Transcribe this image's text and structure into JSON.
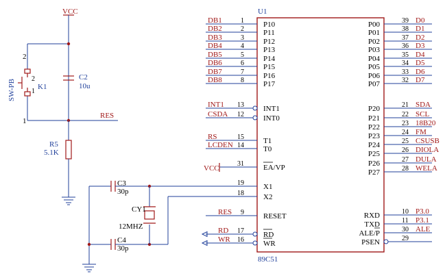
{
  "nets": {
    "vcc_top": "VCC",
    "vcc_ea": "VCC",
    "res": "RES"
  },
  "reset_circuit": {
    "switch_ref": "K1",
    "switch_type": "SW-PB",
    "switch_pin_top": "2",
    "switch_pin_bottom": "1",
    "switch_inner_top": "2",
    "switch_inner_bottom": "1",
    "cap_ref": "C2",
    "cap_value": "10u",
    "res_ref": "R5",
    "res_value": "5.1K"
  },
  "osc_circuit": {
    "c3_ref": "C3",
    "c3_value": "30p",
    "c4_ref": "C4",
    "c4_value": "30p",
    "crystal_ref": "CY1",
    "crystal_value": "12MHZ"
  },
  "chip": {
    "ref": "U1",
    "part": "89C51",
    "left_pins": [
      {
        "net": "DB1",
        "num": "1",
        "name": "P10"
      },
      {
        "net": "DB2",
        "num": "2",
        "name": "P11"
      },
      {
        "net": "DB3",
        "num": "3",
        "name": "P12"
      },
      {
        "net": "DB4",
        "num": "4",
        "name": "P13"
      },
      {
        "net": "DB5",
        "num": "5",
        "name": "P14"
      },
      {
        "net": "DB6",
        "num": "6",
        "name": "P15"
      },
      {
        "net": "DB7",
        "num": "7",
        "name": "P16"
      },
      {
        "net": "DB8",
        "num": "8",
        "name": "P17"
      },
      {
        "net": "INT1",
        "num": "13",
        "name": "INT1"
      },
      {
        "net": "CSDA",
        "num": "12",
        "name": "INT0"
      },
      {
        "net": "RS",
        "num": "15",
        "name": "T1"
      },
      {
        "net": "LCDEN",
        "num": "14",
        "name": "T0"
      },
      {
        "net": "",
        "num": "31",
        "name": "EA/VP"
      },
      {
        "net": "",
        "num": "19",
        "name": "X1"
      },
      {
        "net": "",
        "num": "18",
        "name": "X2"
      },
      {
        "net": "RES",
        "num": "9",
        "name": "RESET"
      },
      {
        "net": "RD",
        "num": "17",
        "name": "RD"
      },
      {
        "net": "WR",
        "num": "16",
        "name": "WR"
      }
    ],
    "right_pins": [
      {
        "num": "39",
        "name": "P00",
        "net": "D0"
      },
      {
        "num": "38",
        "name": "P01",
        "net": "D1"
      },
      {
        "num": "37",
        "name": "P02",
        "net": "D2"
      },
      {
        "num": "36",
        "name": "P03",
        "net": "D3"
      },
      {
        "num": "35",
        "name": "P04",
        "net": "D4"
      },
      {
        "num": "34",
        "name": "P05",
        "net": "D5"
      },
      {
        "num": "33",
        "name": "P06",
        "net": "D6"
      },
      {
        "num": "32",
        "name": "P07",
        "net": "D7"
      },
      {
        "num": "21",
        "name": "P20",
        "net": "SDA"
      },
      {
        "num": "22",
        "name": "P21",
        "net": "SCL"
      },
      {
        "num": "23",
        "name": "P22",
        "net": "18B20"
      },
      {
        "num": "24",
        "name": "P23",
        "net": "FM"
      },
      {
        "num": "25",
        "name": "P24",
        "net": "CSUSB"
      },
      {
        "num": "26",
        "name": "P25",
        "net": "DIOLA"
      },
      {
        "num": "27",
        "name": "P26",
        "net": "DULA"
      },
      {
        "num": "28",
        "name": "P27",
        "net": "WELA"
      },
      {
        "num": "10",
        "name": "RXD",
        "net": "P3.0"
      },
      {
        "num": "11",
        "name": "TXD",
        "net": "P3.1"
      },
      {
        "num": "30",
        "name": "ALE/P",
        "net": "ALE"
      },
      {
        "num": "29",
        "name": "PSEN",
        "net": ""
      }
    ]
  }
}
